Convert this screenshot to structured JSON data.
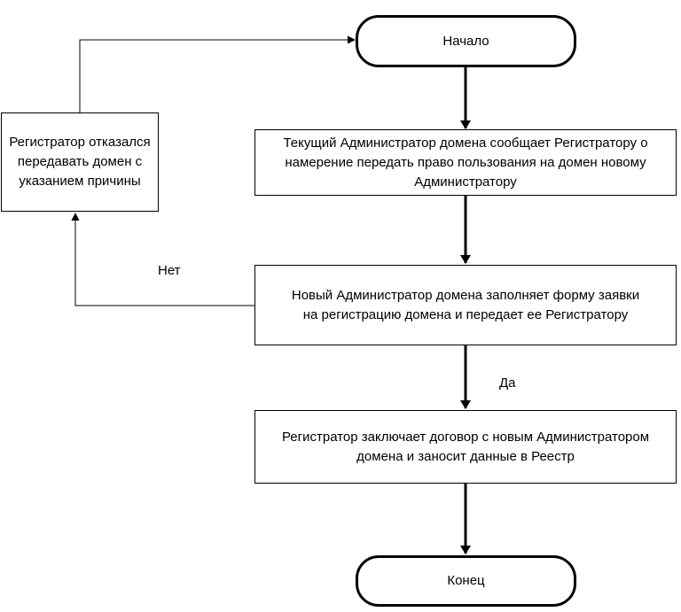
{
  "nodes": {
    "start": "Начало",
    "step1": "Текущий Администратор домена сообщает Регистратору о намерение передать право пользования на домен новому Администратору",
    "step2": "Новый Администратор домена заполняет форму заявки на регистрацию домена и передает ее Регистратору",
    "step3": "Регистратор заключает договор с новым Администратором домена и заносит данные в Реестр",
    "refusal": "Регистратор отказался передавать домен с указанием причины",
    "end": "Конец"
  },
  "edges": {
    "no_label": "Нет",
    "yes_label": "Да"
  }
}
